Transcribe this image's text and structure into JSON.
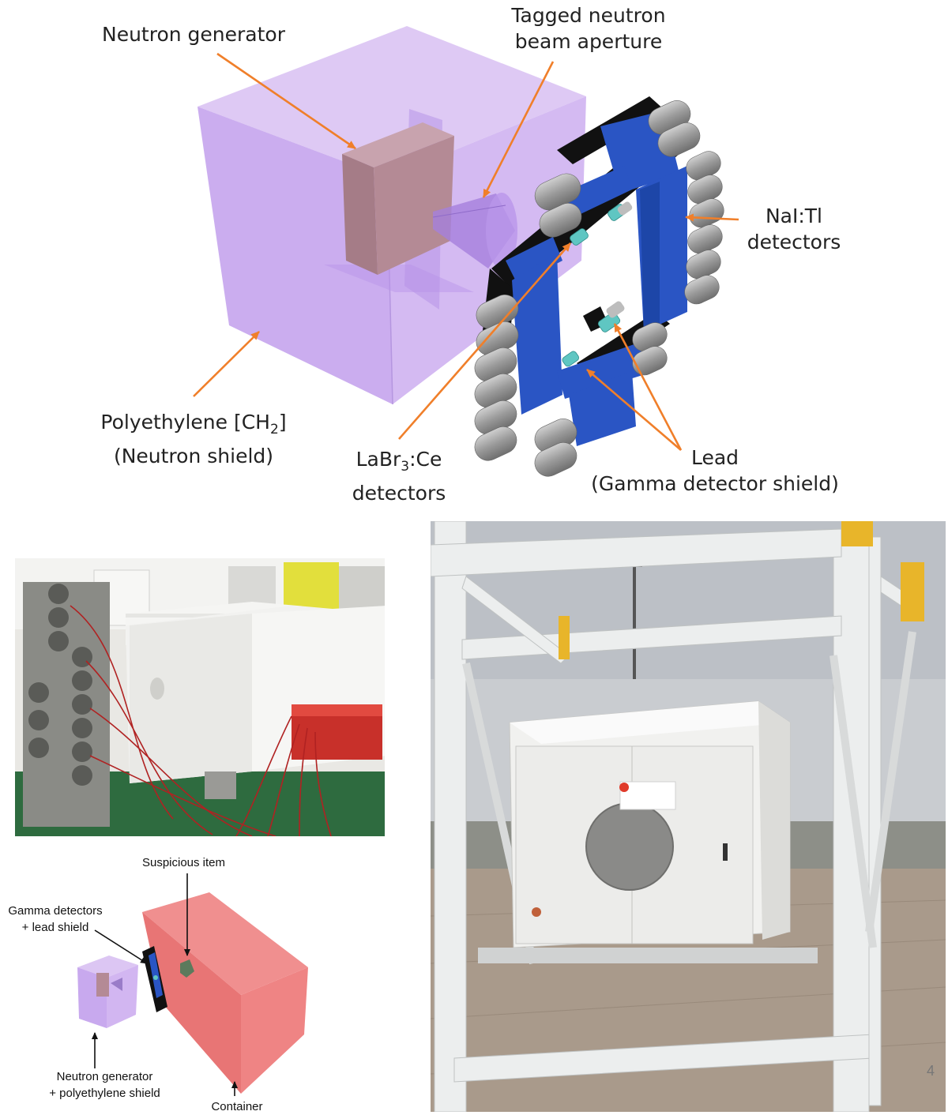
{
  "top_diagram": {
    "labels": {
      "neutron_generator": "Neutron generator",
      "aperture_line1": "Tagged neutron",
      "aperture_line2": "beam aperture",
      "nai_line1": "NaI:Tl",
      "nai_line2": "detectors",
      "poly_line1_pre": "Polyethylene [CH",
      "poly_line1_sub": "2",
      "poly_line1_post": "]",
      "poly_line2": "(Neutron shield)",
      "labr_line1_pre": "LaBr",
      "labr_line1_sub": "3",
      "labr_line1_post": ":Ce",
      "labr_line2": "detectors",
      "lead_line1": "Lead",
      "lead_line2": "(Gamma detector shield)"
    },
    "colors": {
      "arrow": "#f07f2a",
      "shield": "#c9a8ee",
      "generator": "#b48a95",
      "nai": "#2a55c4",
      "lead": "#111111",
      "pmt": "#a8a8a8",
      "labr": "#5fc6c2"
    }
  },
  "bottom_diagram": {
    "labels": {
      "suspicious_item": "Suspicious item",
      "gamma_line1": "Gamma detectors",
      "gamma_line2": "+ lead shield",
      "generator_line1": "Neutron generator",
      "generator_line2": "+ polyethylene shield",
      "container": "Container"
    },
    "colors": {
      "container": "#ec7b7b",
      "shield": "#c9a8ee"
    }
  },
  "page_number": "4"
}
